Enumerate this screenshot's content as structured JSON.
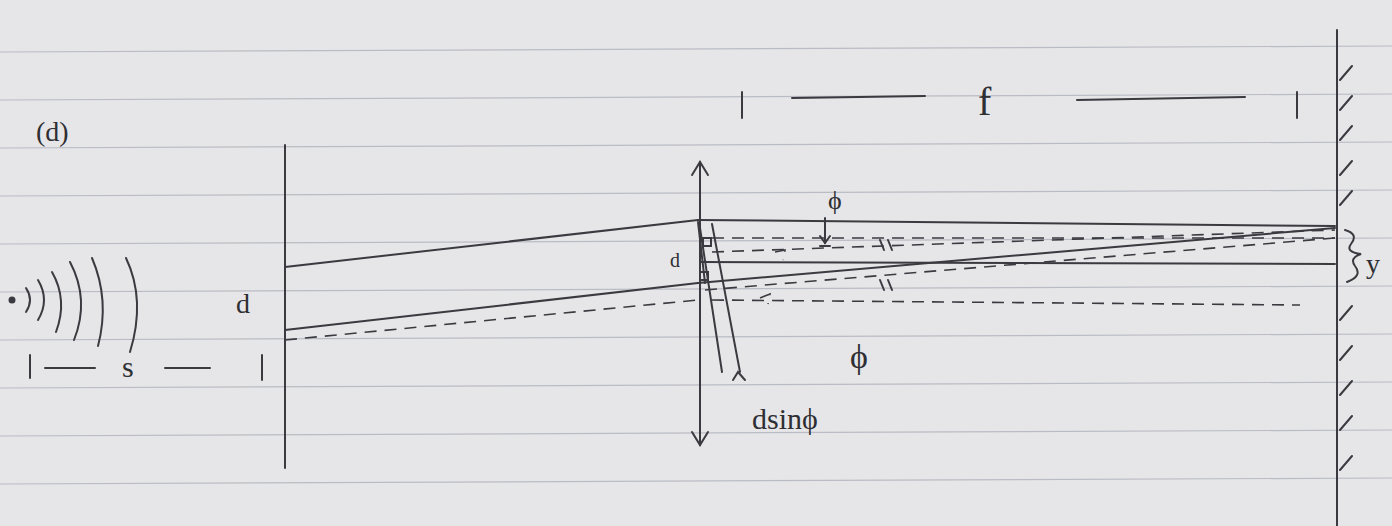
{
  "diagram": {
    "labels": [
      "(d)",
      "d",
      "s",
      "f",
      "d",
      "ϕ",
      "ϕ",
      "dsinϕ",
      "y"
    ]
  }
}
